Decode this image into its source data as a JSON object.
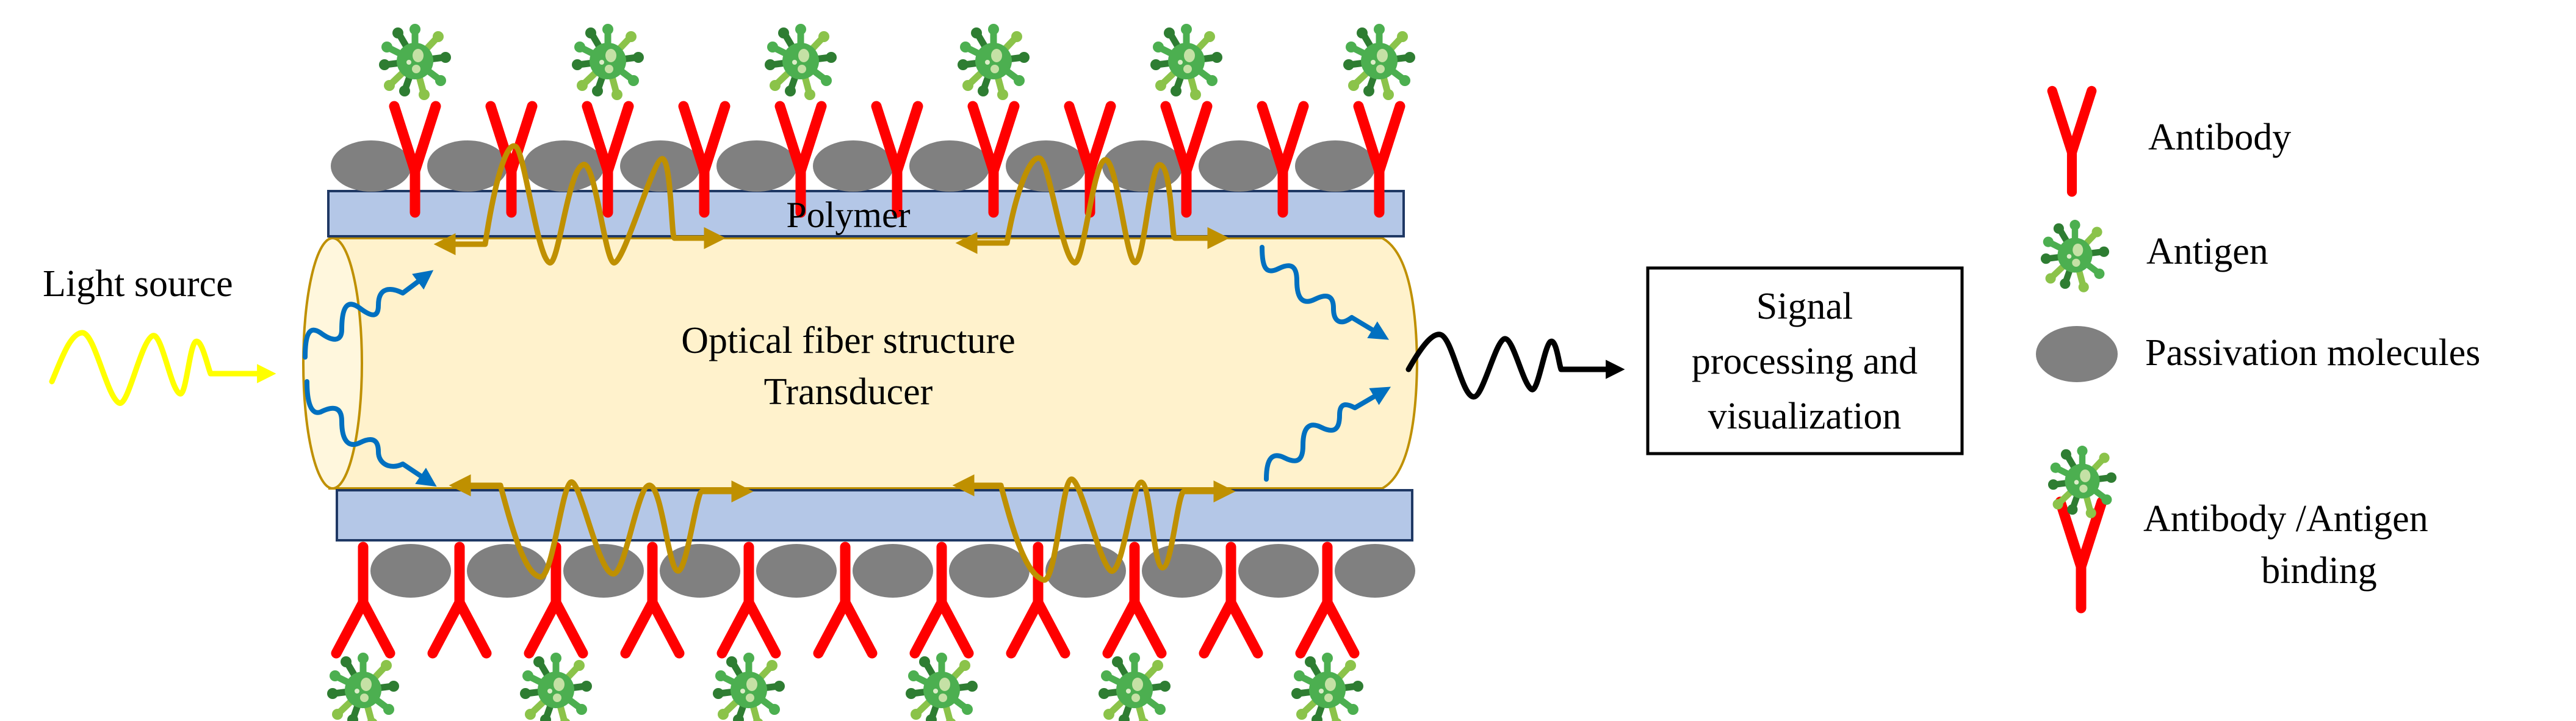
{
  "labels": {
    "light_source": "Light source",
    "polymer": "Polymer",
    "fiber_line1": "Optical fiber structure",
    "fiber_line2": "Transducer",
    "signal_box": [
      "Signal",
      "processing and",
      "visualization"
    ]
  },
  "legend": [
    {
      "icon": "antibody-icon",
      "label": [
        "Antibody"
      ]
    },
    {
      "icon": "antigen-icon",
      "label": [
        "Antigen"
      ]
    },
    {
      "icon": "passivation-molecule-icon",
      "label": [
        "Passivation molecules"
      ]
    },
    {
      "icon": "antibody-antigen-binding-icon",
      "label": [
        "Antibody /Antigen",
        "binding"
      ]
    }
  ],
  "surface": {
    "top_antibody_count": 11,
    "top_passivation_count": 11,
    "top_bound_antigen_indices": [
      0,
      2,
      4,
      6,
      8,
      10
    ],
    "bottom_antibody_count": 11,
    "bottom_passivation_count": 11,
    "bottom_bound_antigen_indices": [
      0,
      2,
      4,
      6,
      8,
      10
    ]
  },
  "colors": {
    "antibody": "#FF0000",
    "passivation": "#808080",
    "polymer_fill": "#B4C7E7",
    "polymer_border": "#1F3864",
    "fiber_fill": "#FFF2CC",
    "fiber_border": "#BF9000",
    "evanescent_wave": "#BF9000",
    "guided_light": "#0070C0",
    "input_light": "#FFFF00",
    "output_signal": "#000000",
    "antigen_main": "#4CAF50",
    "antigen_dark": "#2E7D32",
    "antigen_light": "#8BC34A",
    "antigen_spot": "#C5E1A5"
  }
}
